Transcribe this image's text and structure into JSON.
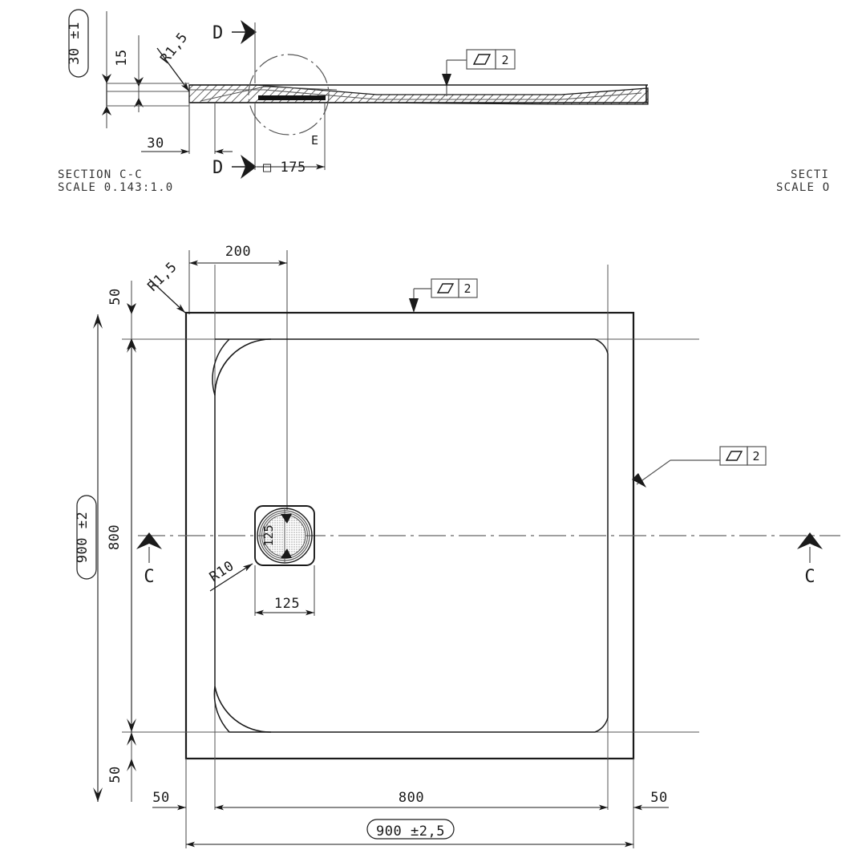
{
  "drawing": {
    "kind": "engineering-drawing",
    "subject": "shower-tray",
    "line_color": "#1a1a1a",
    "thin_line_color": "#555555",
    "hatch_color": "#2b2b2b",
    "background": "#ffffff"
  },
  "section_view": {
    "title_line1": "SECTION C-C",
    "title_line2": "SCALE 0.143:1.0",
    "dimensions": {
      "height_boxed": "30 ±1",
      "inner_height": "15",
      "radius_callout": "R1,5",
      "edge_offset": "30",
      "square_bore": "□ 175"
    },
    "section_marks": {
      "top": "D",
      "bottom": "D"
    },
    "detail_balloon": "E",
    "gdt": {
      "symbol": "parallelogram",
      "tolerance": "2"
    }
  },
  "section_view_right_clipped": {
    "title_line1": "SECTI",
    "title_line2": "SCALE O"
  },
  "plan_view": {
    "dimensions": {
      "top_offset": "200",
      "top_left_edge": "50",
      "corner_radius_outer": "R1,5",
      "drain_radius": "R10",
      "drain_width": "125",
      "overall_width_boxed": "900 ±2,5",
      "inner_width": "800",
      "left_margin": "50",
      "right_margin": "50",
      "overall_height_boxed": "900 ±2",
      "inner_height": "800",
      "bottom_left_edge": "50"
    },
    "section_marks": {
      "left": "C",
      "right": "C"
    },
    "gdt_top": {
      "symbol": "parallelogram",
      "tolerance": "2"
    },
    "gdt_right": {
      "symbol": "parallelogram",
      "tolerance": "2"
    }
  }
}
